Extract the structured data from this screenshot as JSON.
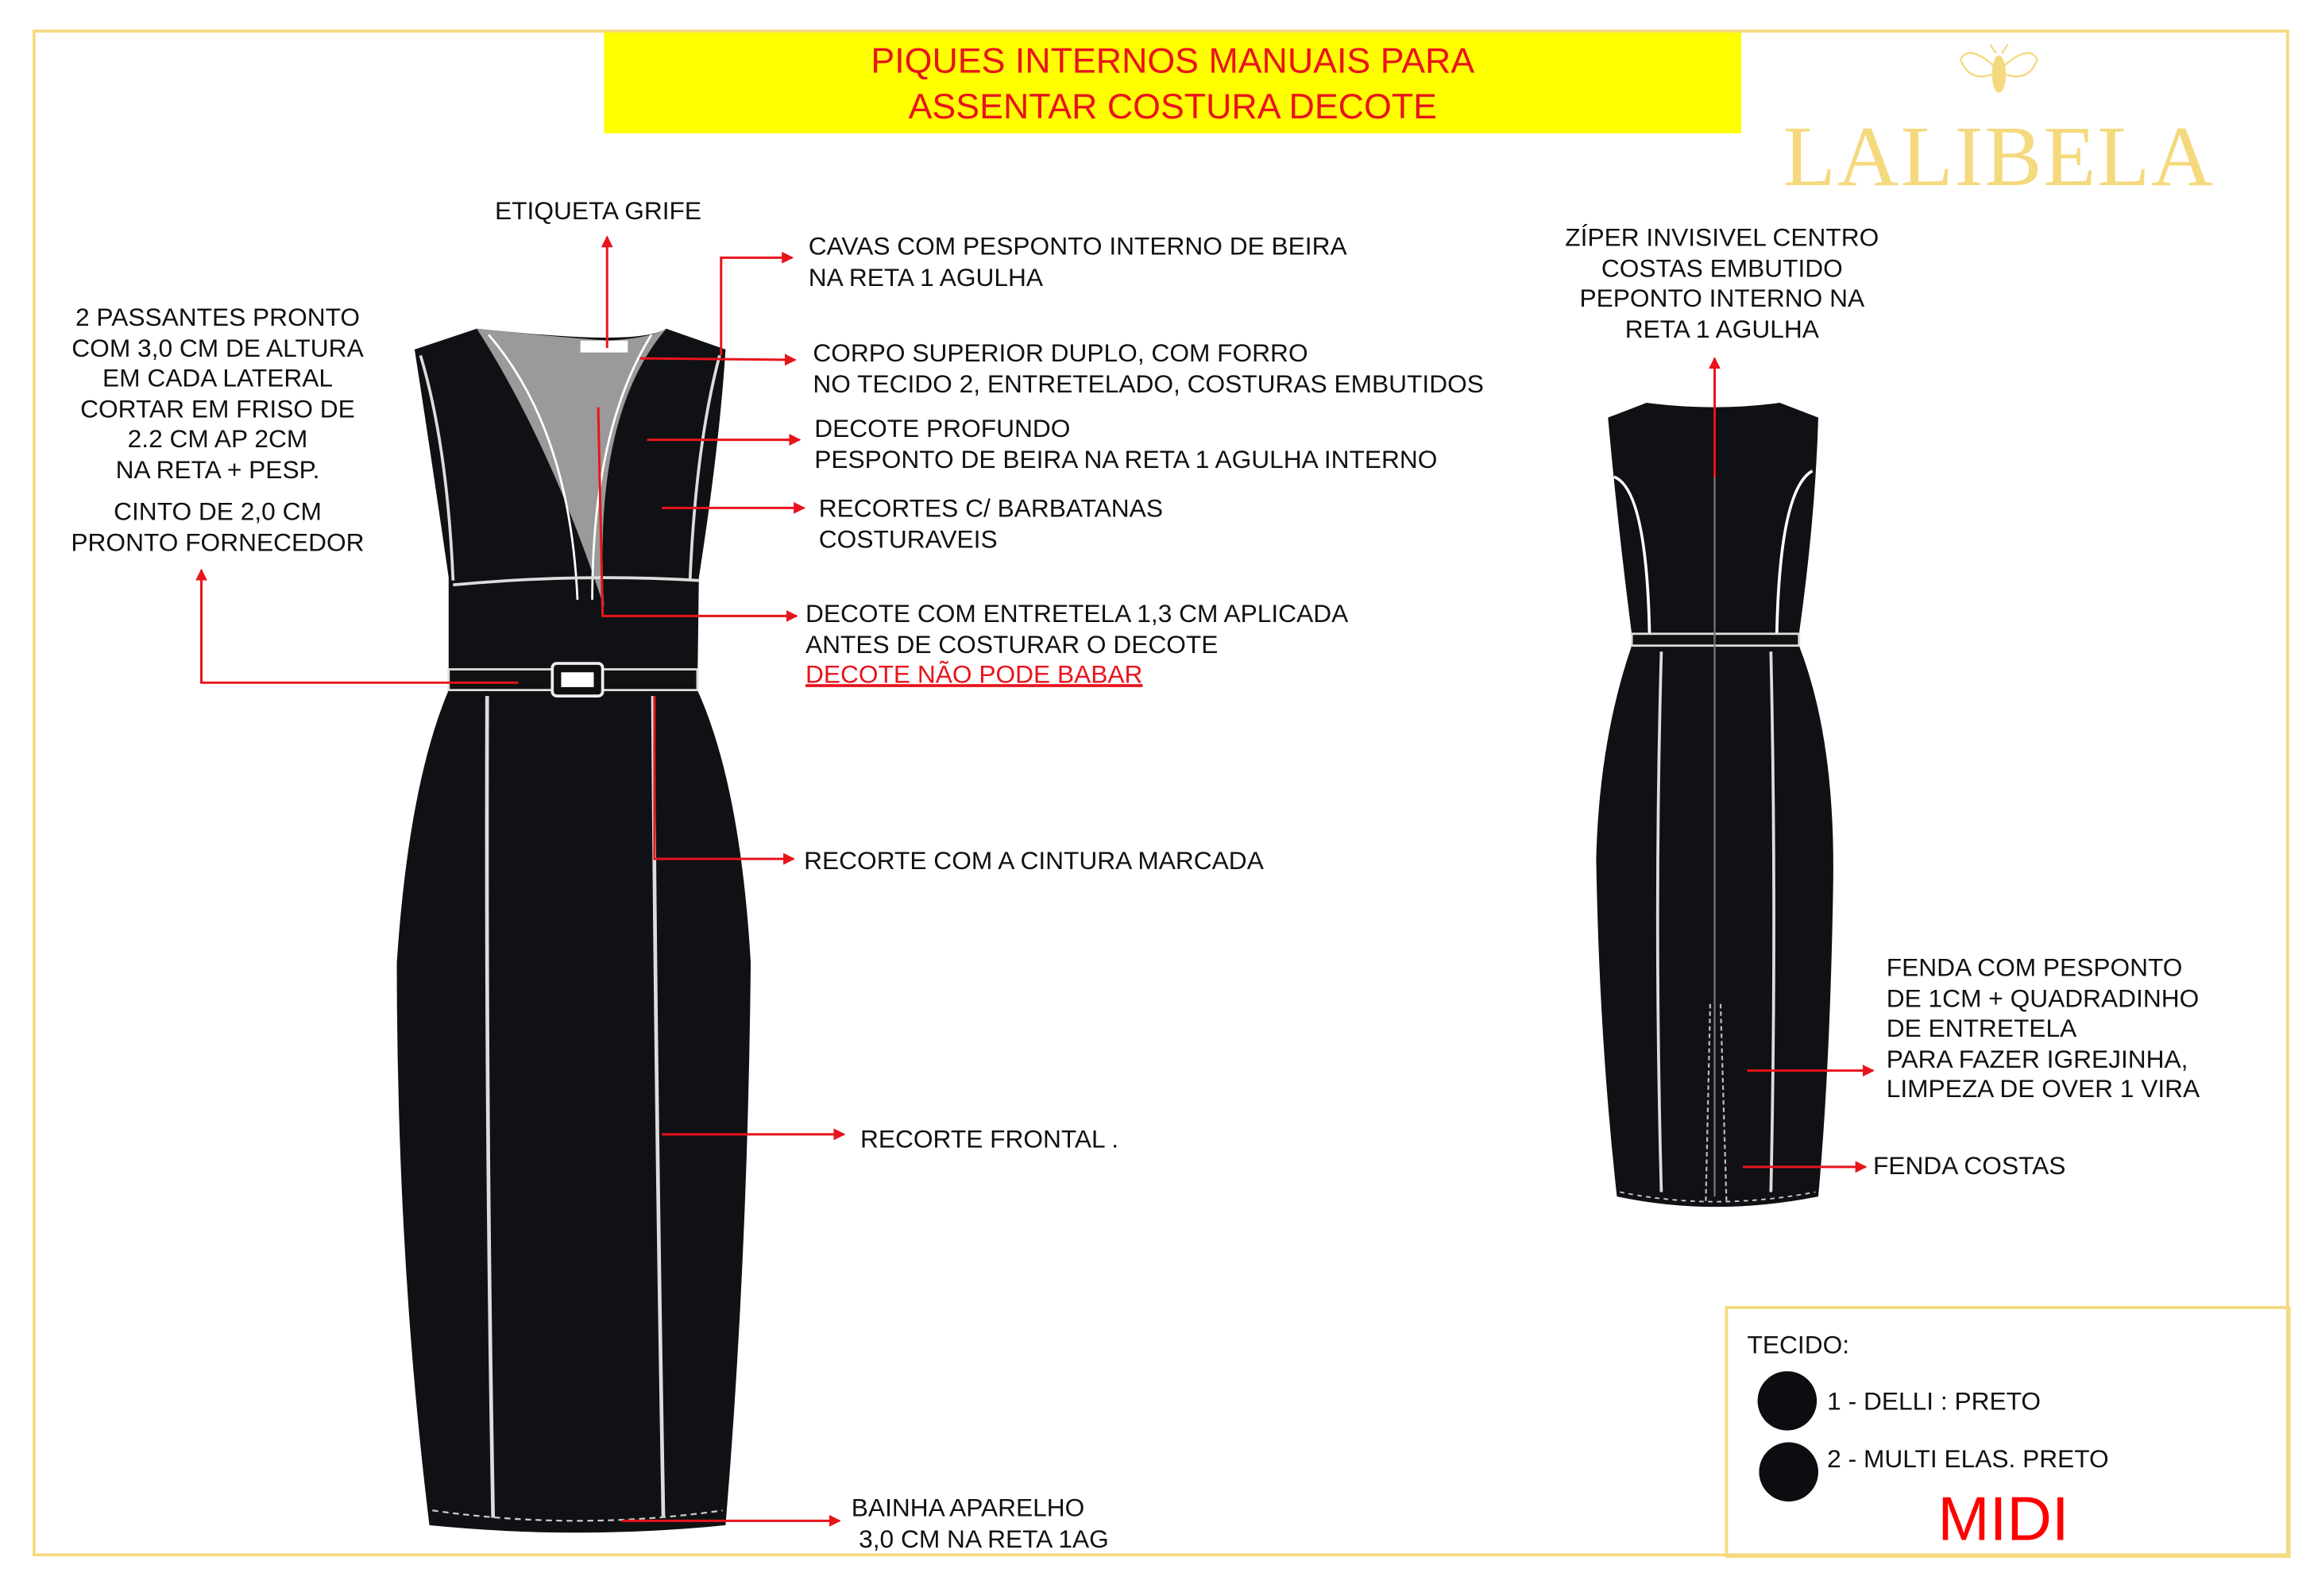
{
  "header": {
    "title_lines": [
      "PIQUES INTERNOS MANUAIS PARA",
      "ASSENTAR COSTURA DECOTE"
    ]
  },
  "brand": {
    "name": "LALIBELA",
    "icon": "bee-icon",
    "color": "#f5d97e"
  },
  "colors": {
    "annotation": "#e8141c",
    "garment": "#0f1114",
    "banner": "#ffff00"
  },
  "front_annotations": {
    "etiqueta": "ETIQUETA GRIFE",
    "passantes": [
      "2 PASSANTES PRONTO",
      "COM 3,0 CM DE ALTURA",
      "EM CADA LATERAL",
      "CORTAR EM FRISO DE",
      "2.2 CM AP 2CM",
      "NA RETA + PESP."
    ],
    "cinto": [
      "CINTO DE 2,0 CM",
      "PRONTO FORNECEDOR"
    ],
    "cavas": [
      "CAVAS COM PESPONTO INTERNO DE BEIRA",
      "NA RETA 1 AGULHA"
    ],
    "corpo": [
      "CORPO SUPERIOR DUPLO, COM FORRO",
      "NO TECIDO 2, ENTRETELADO, COSTURAS EMBUTIDOS"
    ],
    "decote_profundo": [
      "DECOTE PROFUNDO",
      "PESPONTO DE BEIRA NA RETA 1 AGULHA INTERNO"
    ],
    "recortes": [
      "RECORTES C/ BARBATANAS",
      "COSTURAVEIS"
    ],
    "decote_entretela": [
      "DECOTE COM ENTRETELA 1,3 CM APLICADA",
      "ANTES DE COSTURAR O DECOTE"
    ],
    "decote_warning": "DECOTE NÃO PODE BABAR",
    "cintura": "RECORTE COM A CINTURA MARCADA",
    "frontal": "RECORTE FRONTAL .",
    "bainha": [
      "BAINHA APARELHO",
      "3,0 CM NA RETA 1AG"
    ]
  },
  "back_annotations": {
    "ziper": [
      "ZÍPER INVISIVEL CENTRO",
      "COSTAS EMBUTIDO",
      "PEPONTO INTERNO NA",
      "RETA 1 AGULHA"
    ],
    "fenda": [
      "FENDA COM PESPONTO",
      "DE 1CM + QUADRADINHO",
      "DE ENTRETELA",
      "PARA FAZER IGREJINHA,",
      "LIMPEZA DE OVER 1 VIRA"
    ],
    "fenda_costas": "FENDA COSTAS"
  },
  "fabric": {
    "label": "TECIDO:",
    "items": [
      {
        "label": "1 - DELLI : PRETO",
        "color": "#0b0d10"
      },
      {
        "label": "2 - MULTI ELAS. PRETO",
        "color": "#0b0d10"
      }
    ],
    "size": "MIDI"
  }
}
